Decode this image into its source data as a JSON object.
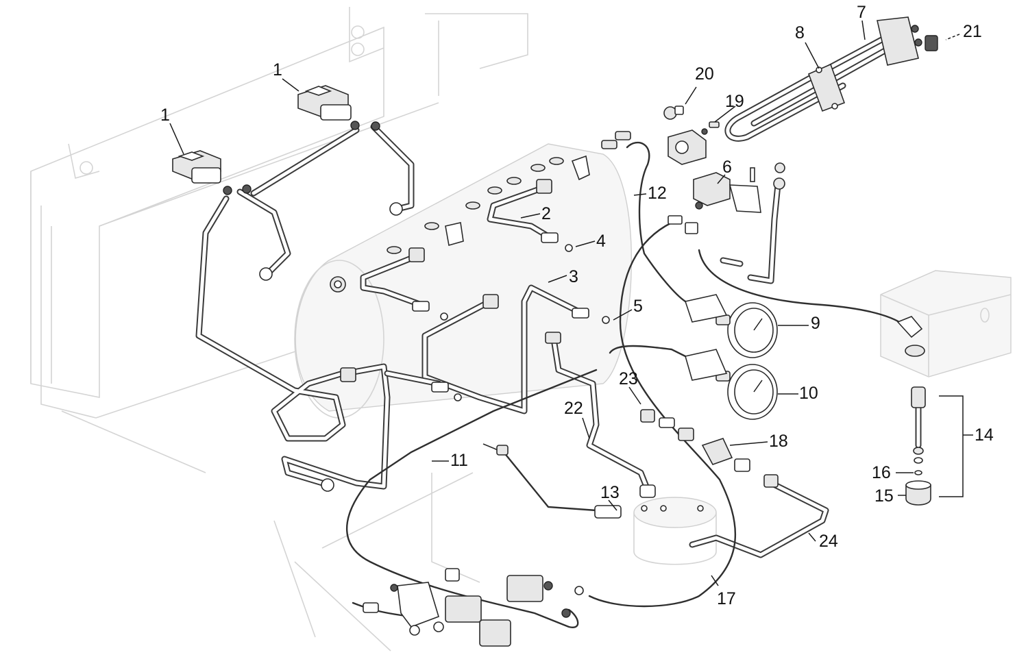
{
  "callouts": {
    "c1a": "1",
    "c1b": "1",
    "c2": "2",
    "c3": "3",
    "c4": "4",
    "c5": "5",
    "c6": "6",
    "c7": "7",
    "c8": "8",
    "c9": "9",
    "c10": "10",
    "c11": "11",
    "c12": "12",
    "c13": "13",
    "c14": "14",
    "c15": "15",
    "c16": "16",
    "c17": "17",
    "c18": "18",
    "c19": "19",
    "c20": "20",
    "c21": "21",
    "c22": "22",
    "c23": "23",
    "c24": "24"
  }
}
